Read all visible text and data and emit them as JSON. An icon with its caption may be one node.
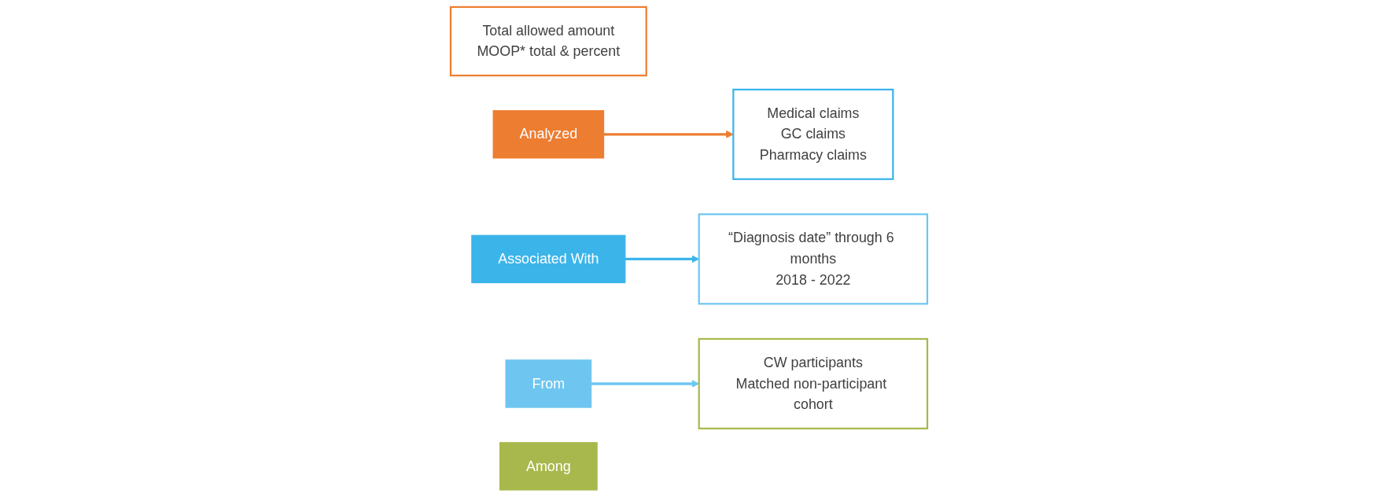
{
  "diagram": {
    "nodes": [
      {
        "text": [
          "Total allowed amount",
          "MOOP* total & percent"
        ]
      },
      {
        "text": [
          "Analyzed"
        ]
      },
      {
        "text": [
          "Associated With"
        ]
      },
      {
        "text": [
          "Medical claims",
          "GC claims",
          "Pharmacy claims"
        ]
      },
      {
        "text": [
          "“Diagnosis date” through 6 months",
          "2018 - 2022"
        ]
      },
      {
        "text": [
          "From"
        ]
      },
      {
        "text": [
          "Among"
        ]
      },
      {
        "text": [
          "CW participants",
          "Matched non-participant cohort"
        ]
      }
    ],
    "edges": [
      {
        "from": 1,
        "to": 3,
        "arrow": "to",
        "color": "#ed7d31"
      },
      {
        "from": 2,
        "to": 4,
        "arrow": "to",
        "color": "#3bb4ea"
      },
      {
        "from": 5,
        "to": 7,
        "arrow": "to",
        "color": "#6ec6f0"
      }
    ]
  }
}
